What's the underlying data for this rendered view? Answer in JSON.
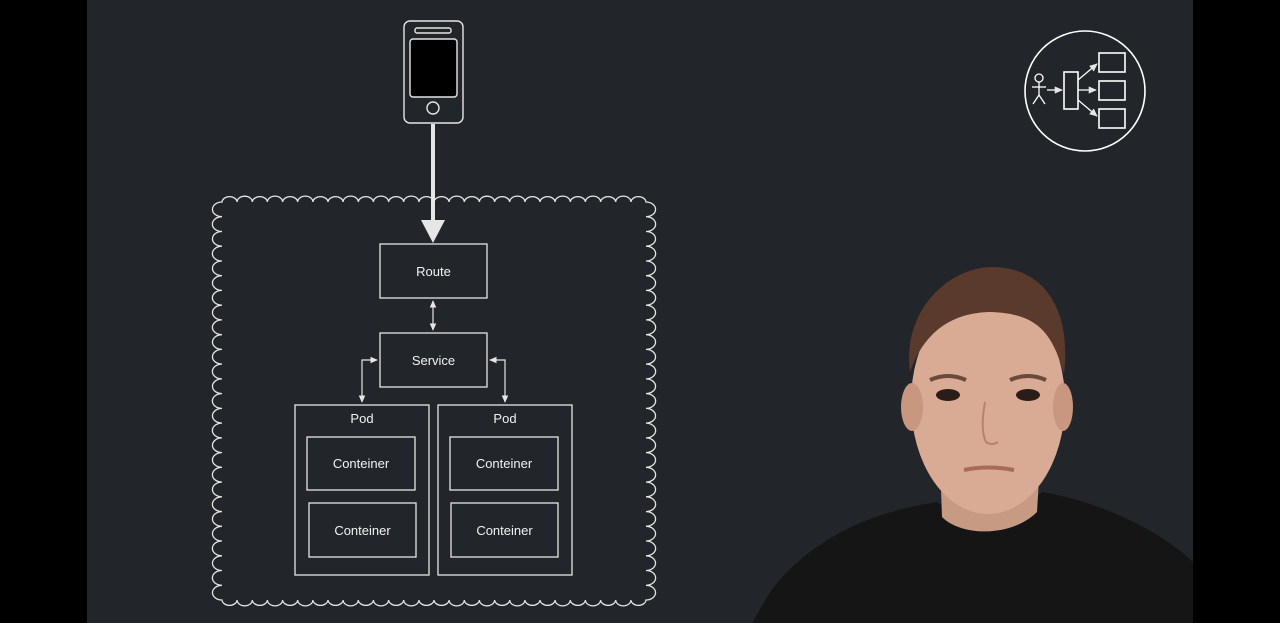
{
  "diagram": {
    "route_label": "Route",
    "service_label": "Service",
    "pods": [
      {
        "label": "Pod",
        "containers": [
          "Conteiner",
          "Conteiner"
        ]
      },
      {
        "label": "Pod",
        "containers": [
          "Conteiner",
          "Conteiner"
        ]
      }
    ]
  },
  "colors": {
    "background": "#222529",
    "frame": "#000000",
    "stroke": "#e6e6e6",
    "presenter_shirt": "#151515"
  },
  "icons": [
    "smartphone-icon",
    "architecture-logo-icon",
    "person-icon"
  ]
}
